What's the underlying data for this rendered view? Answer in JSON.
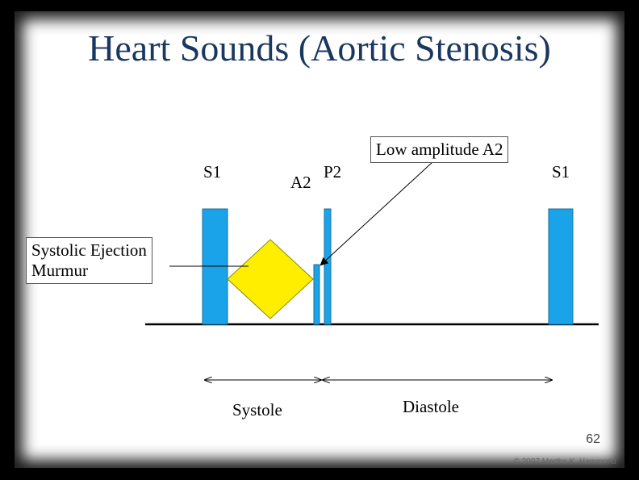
{
  "title": "Heart Sounds (Aortic Stenosis)",
  "labels": {
    "s1_left": "S1",
    "a2": "A2",
    "p2": "P2",
    "s1_right": "S1",
    "systole": "Systole",
    "diastole": "Diastole"
  },
  "callouts": {
    "murmur_line1": "Systolic Ejection",
    "murmur_line2": "Murmur",
    "low_a2": "Low amplitude A2"
  },
  "page_number": "62",
  "copyright": "© 2007 Martha K. Hammond",
  "colors": {
    "title": "#1a3760",
    "sound_bar": "#1aa3e8",
    "murmur": "#ffee00",
    "murmur_stroke": "#8a8a00"
  }
}
